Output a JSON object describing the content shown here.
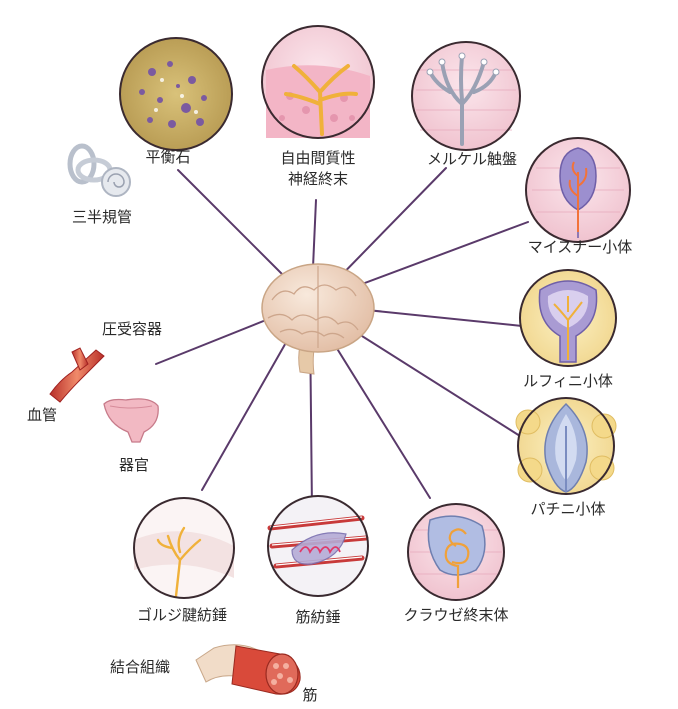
{
  "labels": {
    "otolith": "平衡石",
    "free_nerve_ending_1": "自由間質性",
    "free_nerve_ending_2": "神経終末",
    "merkel_disc": "メルケル触盤",
    "semicircular_canals": "三半規管",
    "meissner": "マイスナー小体",
    "baroreceptor": "圧受容器",
    "ruffini": "ルフィニ小体",
    "blood_vessel": "血管",
    "organ": "器官",
    "pacinian": "パチニ小体",
    "golgi": "ゴルジ腱紡錘",
    "muscle_spindle": "筋紡錘",
    "krause": "クラウゼ終末体",
    "connective_tissue": "結合組織",
    "muscle": "筋"
  },
  "colors": {
    "connector": "#5a3a6a",
    "brain": "#ecd3c0",
    "skin": "#f6d6de",
    "vessel": "#d84a3a",
    "nerve": "#e9a431",
    "capsule": "#aa9ad0"
  },
  "icons": [
    "brain-icon",
    "inner-ear-icon",
    "artery-icon",
    "bladder-icon",
    "muscle-bundle-icon"
  ]
}
